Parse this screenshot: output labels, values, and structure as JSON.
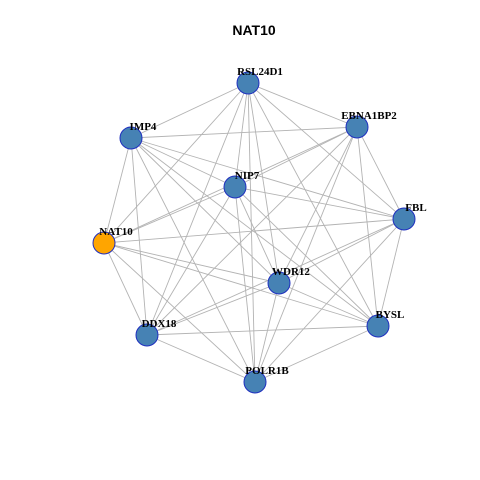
{
  "title": "NAT10",
  "colors": {
    "node_default": "#4682b4",
    "node_highlight": "#ffa500",
    "node_border": "#1f2fbf",
    "edge": "#b3b3b3"
  },
  "nodes": [
    {
      "id": "RSL24D1",
      "label": "RSL24D1",
      "highlight": false
    },
    {
      "id": "EBNA1BP2",
      "label": "EBNA1BP2",
      "highlight": false
    },
    {
      "id": "IMP4",
      "label": "IMP4",
      "highlight": false
    },
    {
      "id": "NIP7",
      "label": "NIP7",
      "highlight": false
    },
    {
      "id": "FBL",
      "label": "FBL",
      "highlight": false
    },
    {
      "id": "NAT10",
      "label": "NAT10",
      "highlight": true
    },
    {
      "id": "WDR12",
      "label": "WDR12",
      "highlight": false
    },
    {
      "id": "BYSL",
      "label": "BYSL",
      "highlight": false
    },
    {
      "id": "DDX18",
      "label": "DDX18",
      "highlight": false
    },
    {
      "id": "POLR1B",
      "label": "POLR1B",
      "highlight": false
    }
  ],
  "edges": [
    [
      "RSL24D1",
      "EBNA1BP2"
    ],
    [
      "RSL24D1",
      "IMP4"
    ],
    [
      "RSL24D1",
      "NIP7"
    ],
    [
      "RSL24D1",
      "FBL"
    ],
    [
      "RSL24D1",
      "NAT10"
    ],
    [
      "RSL24D1",
      "WDR12"
    ],
    [
      "RSL24D1",
      "BYSL"
    ],
    [
      "RSL24D1",
      "DDX18"
    ],
    [
      "RSL24D1",
      "POLR1B"
    ],
    [
      "EBNA1BP2",
      "IMP4"
    ],
    [
      "EBNA1BP2",
      "NIP7"
    ],
    [
      "EBNA1BP2",
      "FBL"
    ],
    [
      "EBNA1BP2",
      "NAT10"
    ],
    [
      "EBNA1BP2",
      "WDR12"
    ],
    [
      "EBNA1BP2",
      "BYSL"
    ],
    [
      "EBNA1BP2",
      "DDX18"
    ],
    [
      "EBNA1BP2",
      "POLR1B"
    ],
    [
      "IMP4",
      "NIP7"
    ],
    [
      "IMP4",
      "FBL"
    ],
    [
      "IMP4",
      "NAT10"
    ],
    [
      "IMP4",
      "WDR12"
    ],
    [
      "IMP4",
      "BYSL"
    ],
    [
      "IMP4",
      "DDX18"
    ],
    [
      "IMP4",
      "POLR1B"
    ],
    [
      "NIP7",
      "FBL"
    ],
    [
      "NIP7",
      "NAT10"
    ],
    [
      "NIP7",
      "WDR12"
    ],
    [
      "NIP7",
      "BYSL"
    ],
    [
      "NIP7",
      "DDX18"
    ],
    [
      "NIP7",
      "POLR1B"
    ],
    [
      "FBL",
      "NAT10"
    ],
    [
      "FBL",
      "WDR12"
    ],
    [
      "FBL",
      "BYSL"
    ],
    [
      "FBL",
      "DDX18"
    ],
    [
      "FBL",
      "POLR1B"
    ],
    [
      "NAT10",
      "WDR12"
    ],
    [
      "NAT10",
      "BYSL"
    ],
    [
      "NAT10",
      "DDX18"
    ],
    [
      "NAT10",
      "POLR1B"
    ],
    [
      "WDR12",
      "BYSL"
    ],
    [
      "WDR12",
      "DDX18"
    ],
    [
      "WDR12",
      "POLR1B"
    ],
    [
      "BYSL",
      "DDX18"
    ],
    [
      "BYSL",
      "POLR1B"
    ],
    [
      "DDX18",
      "POLR1B"
    ]
  ]
}
